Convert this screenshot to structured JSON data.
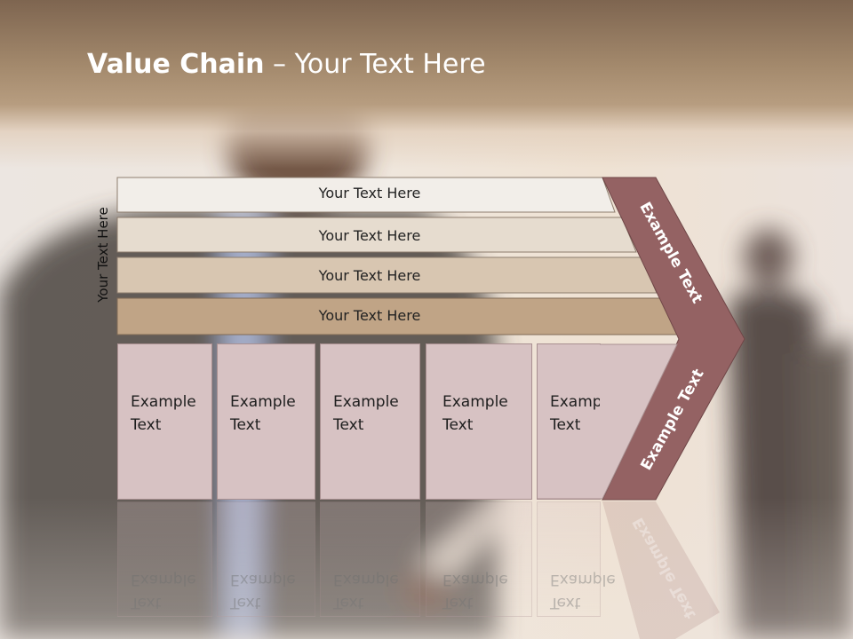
{
  "slide": {
    "title_bold": "Value Chain",
    "title_rest": " – Your Text Here",
    "side_label": "Your Text Here"
  },
  "bars": [
    {
      "label": "Your Text Here",
      "color": "#f2eee9"
    },
    {
      "label": "Your Text Here",
      "color": "#e6dccf"
    },
    {
      "label": "Your Text Here",
      "color": "#d8c6b1"
    },
    {
      "label": "Your Text Here",
      "color": "#c0a486"
    }
  ],
  "cells": [
    {
      "line1": "Example",
      "line2": "Text"
    },
    {
      "line1": "Example",
      "line2": "Text"
    },
    {
      "line1": "Example",
      "line2": "Text"
    },
    {
      "line1": "Example",
      "line2": "Text"
    },
    {
      "line1": "Example",
      "line2": "Text"
    }
  ],
  "chevron": {
    "upper_label": "Example Text",
    "lower_label": "Example Text",
    "color": "#946263"
  },
  "colors": {
    "cell_fill": "#d7c2c3",
    "title_band": "#9a7f62"
  }
}
